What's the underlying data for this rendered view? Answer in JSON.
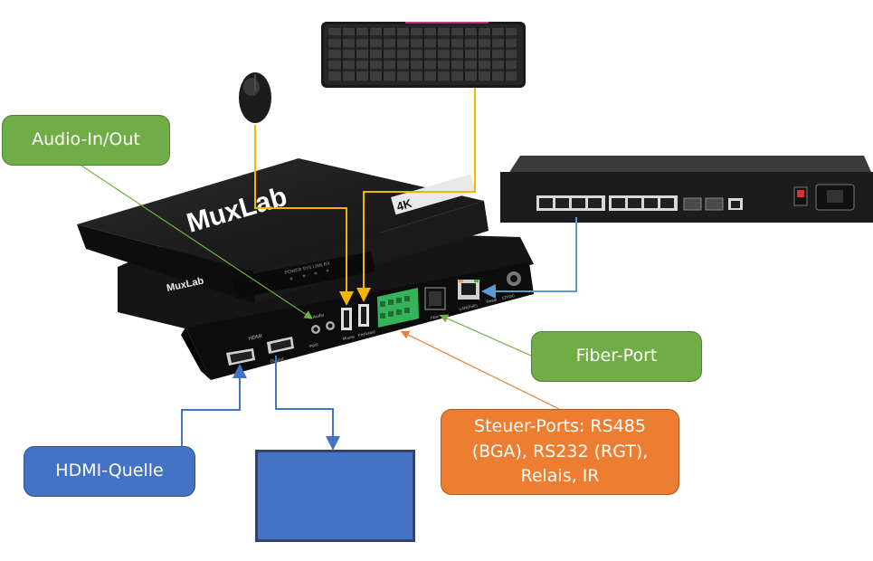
{
  "callouts": {
    "audio": "Audio-In/Out",
    "fiber": "Fiber-Port",
    "control": "Steuer-Ports: RS485 (BGA), RS232 (RGT), Relais, IR",
    "hdmi_source": "HDMI-Quelle"
  },
  "device": {
    "brand": "MuxLab",
    "badge": "4K",
    "labels": {
      "hdmi": "HDMI",
      "output": "Output",
      "audio": "Audio",
      "input": "Input",
      "mouse": "Mouse",
      "keyboard": "Keyboard",
      "fiber": "Fiber",
      "lan": "LAN(PoE)",
      "reset": "Reset",
      "power_in": "12VDC",
      "front_leds": "POWER  SYS  LINK  RX"
    }
  },
  "colors": {
    "usb_lines": "#f5b400",
    "network_lines": "#5b9bd5",
    "audio_pointer": "#70ad47",
    "control_pointer": "#ed7d31",
    "hdmi_lines": "#4472c4"
  },
  "icons": [
    "mouse-icon",
    "keyboard-icon",
    "network-switch-icon",
    "muxlab-extender-icon",
    "display-monitor-icon"
  ]
}
